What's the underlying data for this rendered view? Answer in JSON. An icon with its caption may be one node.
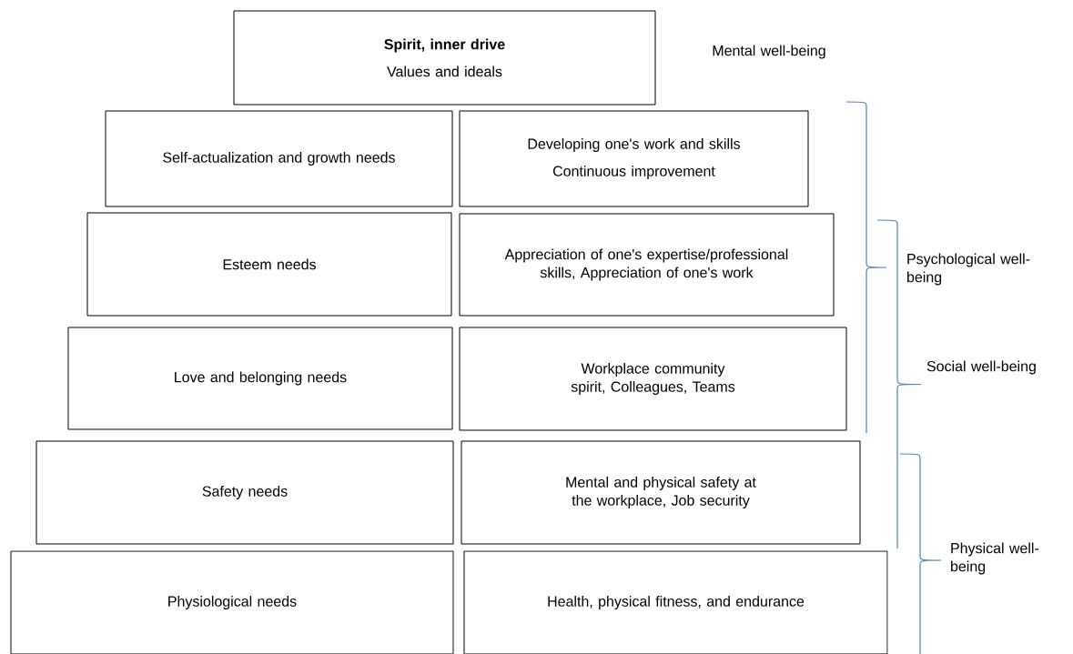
{
  "diagram": {
    "nodes": [
      {
        "text": [
          "Spirit, inner drive",
          "Values and ideals"
        ]
      },
      {
        "text": [
          "Self-actualization and growth needs"
        ]
      },
      {
        "text": [
          "Developing one's work and skills",
          "Continuous improvement"
        ]
      },
      {
        "text": [
          "Esteem needs"
        ]
      },
      {
        "text": [
          "Appreciation of one's expertise/professional skills, Appreciation of one's work"
        ]
      },
      {
        "text": [
          "Love and belonging needs"
        ]
      },
      {
        "text": [
          "Workplace community spirit, Colleagues, Teams"
        ]
      },
      {
        "text": [
          "Safety needs"
        ]
      },
      {
        "text": [
          "Mental and physical safety at the workplace, Job security"
        ]
      },
      {
        "text": [
          "Physiological needs"
        ]
      },
      {
        "text": [
          "Health, physical fitness, and endurance"
        ]
      }
    ],
    "edges": [],
    "labels": [
      "Mental well-being",
      "Psychological well-being",
      "Social well-being",
      "Physical well-being"
    ]
  }
}
